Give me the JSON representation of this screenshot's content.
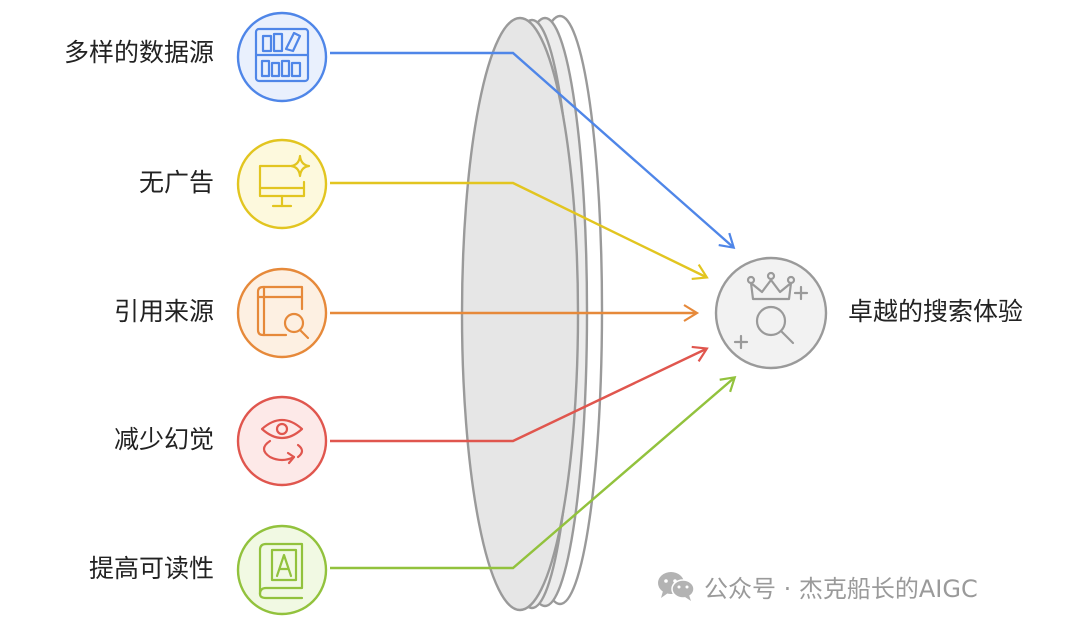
{
  "features": [
    {
      "label": "多样的数据源",
      "icon": "bookshelf-icon",
      "color": "#4f86e8",
      "fill": "#e9f0fd"
    },
    {
      "label": "无广告",
      "icon": "monitor-sparkle-icon",
      "color": "#e2c520",
      "fill": "#fdf9dd"
    },
    {
      "label": "引用来源",
      "icon": "book-search-icon",
      "color": "#e6893a",
      "fill": "#fdf0e2"
    },
    {
      "label": "减少幻觉",
      "icon": "eye-cycle-icon",
      "color": "#e0564e",
      "fill": "#fde9e8"
    },
    {
      "label": "提高可读性",
      "icon": "book-letter-a-icon",
      "color": "#92c23d",
      "fill": "#f1f9e3"
    }
  ],
  "target": {
    "label": "卓越的搜索体验",
    "icon": "crown-search-icon",
    "color": "#9a9a9a",
    "fill": "#f2f2f2"
  },
  "lens_color": "#9a9a9a",
  "watermark": {
    "text": "公众号 · 杰克船长的AIGC",
    "icon": "wechat-icon"
  }
}
